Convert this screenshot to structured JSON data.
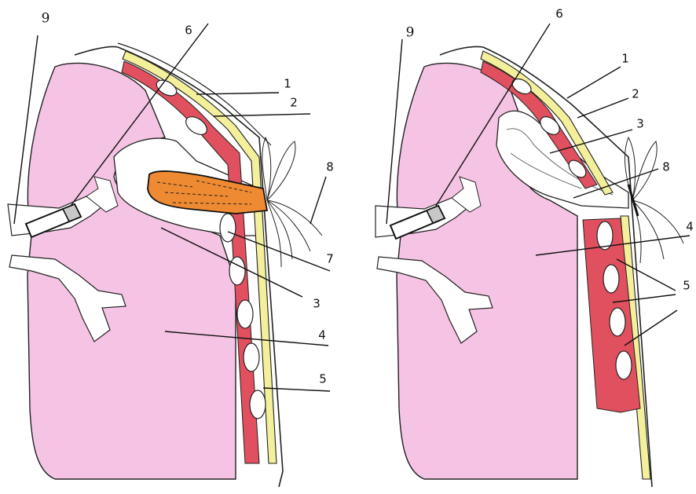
{
  "left_panel": {
    "labels": {
      "l1": "1",
      "l2": "2",
      "l3": "3",
      "l4": "4",
      "l5": "5",
      "l6": "6",
      "l7": "7",
      "l8": "8",
      "l9": "9"
    }
  },
  "right_panel": {
    "labels": {
      "l1": "1",
      "l2": "2",
      "l3": "3",
      "l4": "4",
      "l5": "5",
      "l6": "6",
      "l8": "8",
      "l9": "9"
    }
  },
  "colors": {
    "lung": "#f5c3e3",
    "pleura_fat": "#f3ef9a",
    "muscle": "#e0505e",
    "bone": "#ffffff",
    "tumor": "#ee8a32",
    "outline": "#222222"
  }
}
